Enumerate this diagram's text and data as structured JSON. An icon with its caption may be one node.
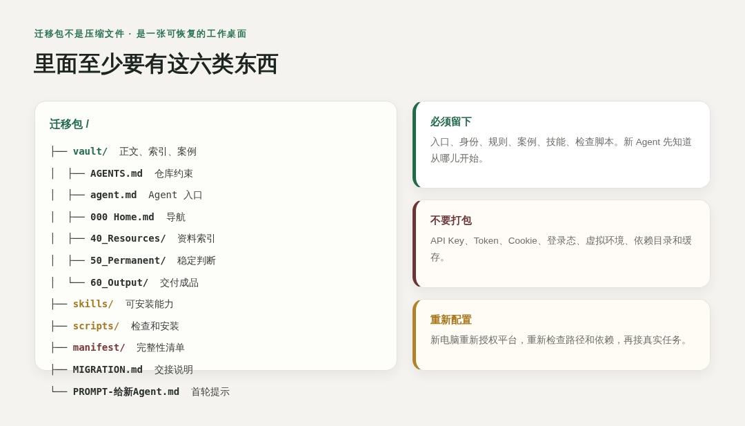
{
  "diagram": {
    "title": "里面至少要有这六类东西",
    "nodes": [
      {
        "text": [
          "迁移包 /",
          "├── **vault/**  正文、索引、案例",
          "│  ├── **AGENTS.md**  仓库约束",
          "│  ├── **agent.md**  Agent 入口",
          "│  ├── **000 Home.md**  导航",
          "│  ├── **40_Resources/**  资料索引",
          "│  ├── **50_Permanent/**  稳定判断",
          "│  └── **60_Output/**  交付成品",
          "├── **skills/**  可安装能力",
          "├── **scripts/**  检查和安装",
          "├── **manifest/**  完整性清单",
          "├── **MIGRATION.md**  交接说明",
          "└── **PROMPT-给新Agent.md**  首轮提示"
        ]
      },
      {
        "text": [
          "必须留下",
          "入口、身份、规则、案例、技能、检查脚本。新 Agent 先知道从哪儿开始。"
        ]
      },
      {
        "text": [
          "不要打包",
          "API Key、Token、Cookie、登录态、虚拟环境、依赖目录和缓存。"
        ]
      },
      {
        "text": [
          "重新配置",
          "新电脑重新授权平台，重新检查路径和依赖，再接真实任务。"
        ]
      }
    ],
    "labels": [
      "迁移包不是压缩文件 · 是一张可恢复的工作桌面"
    ]
  }
}
